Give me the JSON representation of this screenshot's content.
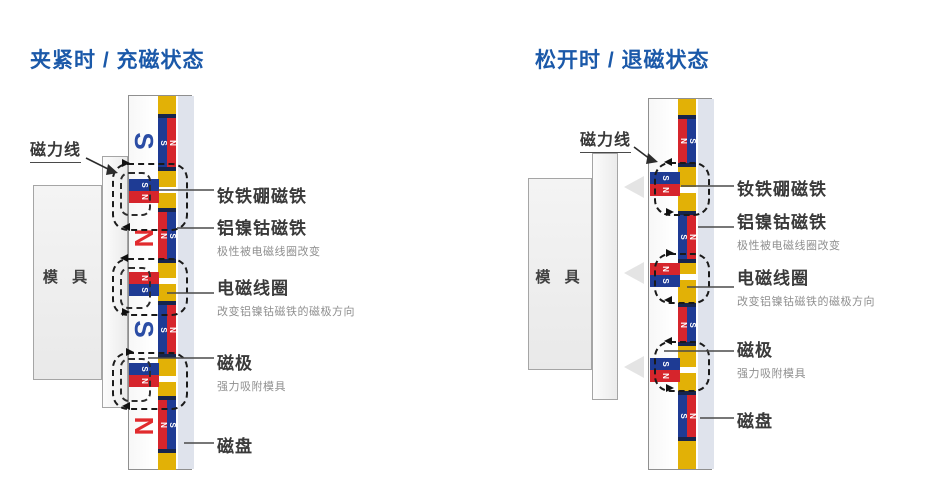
{
  "colors": {
    "title_blue": "#1b59a9",
    "south_pole_blue": "#1e3b94",
    "north_pole_red": "#d6252c",
    "coil_yellow": "#e2b106",
    "chuck_strip_gray": "#dfe3ec",
    "label_dark": "#3a3a3a",
    "subtitle_gray": "#8f8f8f",
    "release_arrow_gray": "#e4e4e4"
  },
  "icons": {
    "field_loop": "dashed-rounded-loop-with-arrowheads",
    "release_arrow": "light-gray-left-triangle",
    "pointer_arrow": "small-black-arrowhead"
  },
  "diagrams": {
    "left": {
      "title": "夹紧时 / 充磁状态",
      "field_lines_label": "磁力线",
      "mold_label": "模 具",
      "big_poles": [
        {
          "letter": "S"
        },
        {
          "letter": "N"
        },
        {
          "letter": "S"
        },
        {
          "letter": "N"
        }
      ],
      "alnico_pairs": [
        {
          "left": "S",
          "right": "N"
        },
        {
          "left": "N",
          "right": "S"
        },
        {
          "left": "S",
          "right": "N"
        },
        {
          "left": "N",
          "right": "S"
        }
      ],
      "ndfeb_blocks": [
        {
          "top": "S",
          "bottom": "N"
        },
        {
          "top": "N",
          "bottom": "S"
        },
        {
          "top": "S",
          "bottom": "N"
        }
      ],
      "callouts": [
        {
          "title": "钕铁硼磁铁"
        },
        {
          "title": "铝镍钴磁铁",
          "subtitle": "极性被电磁线圈改变"
        },
        {
          "title": "电磁线圈",
          "subtitle": "改变铝镍钴磁铁的磁极方向"
        },
        {
          "title": "磁极",
          "subtitle": "强力吸附模具"
        },
        {
          "title": "磁盘"
        }
      ]
    },
    "right": {
      "title": "松开时 / 退磁状态",
      "field_lines_label": "磁力线",
      "mold_label": "模 具",
      "alnico_pairs": [
        {
          "left": "N",
          "right": "S"
        },
        {
          "left": "S",
          "right": "N"
        },
        {
          "left": "N",
          "right": "S"
        },
        {
          "left": "S",
          "right": "N"
        }
      ],
      "ndfeb_blocks": [
        {
          "top": "S",
          "bottom": "N"
        },
        {
          "top": "N",
          "bottom": "S"
        },
        {
          "top": "S",
          "bottom": "N"
        }
      ],
      "callouts": [
        {
          "title": "钕铁硼磁铁"
        },
        {
          "title": "铝镍钴磁铁",
          "subtitle": "极性被电磁线圈改变"
        },
        {
          "title": "电磁线圈",
          "subtitle": "改变铝镍钴磁铁的磁极方向"
        },
        {
          "title": "磁极",
          "subtitle": "强力吸附模具"
        },
        {
          "title": "磁盘"
        }
      ]
    }
  }
}
